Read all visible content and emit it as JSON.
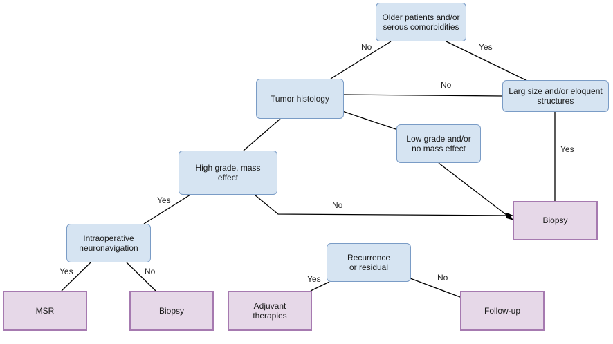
{
  "nodes": {
    "older": "Older patients and/or\nserous comorbidities",
    "histology": "Tumor histology",
    "large": "Larg size and/or eloquent\nstructures",
    "lowgrade": "Low grade and/or\nno mass effect",
    "highgrade": "High grade, mass\neffect",
    "biopsy_right": "Biopsy",
    "neuronav": "Intraoperative\nneuronavigation",
    "msr": "MSR",
    "biopsy_bottom": "Biopsy",
    "recurrence": "Recurrence\nor residual",
    "adjuvant": "Adjuvant\ntherapies",
    "followup": "Follow-up"
  },
  "edges": {
    "older_no": "No",
    "older_yes": "Yes",
    "histology_large_no": "No",
    "large_yes": "Yes",
    "highgrade_yes": "Yes",
    "highgrade_no": "No",
    "neuronav_yes": "Yes",
    "neuronav_no": "No",
    "recurrence_yes": "Yes",
    "recurrence_no": "No"
  },
  "colors": {
    "decision_fill": "#d6e4f2",
    "decision_border": "#7a9cc6",
    "outcome_fill": "#e6d8e8",
    "outcome_border": "#a67ab0",
    "line": "#000000"
  }
}
